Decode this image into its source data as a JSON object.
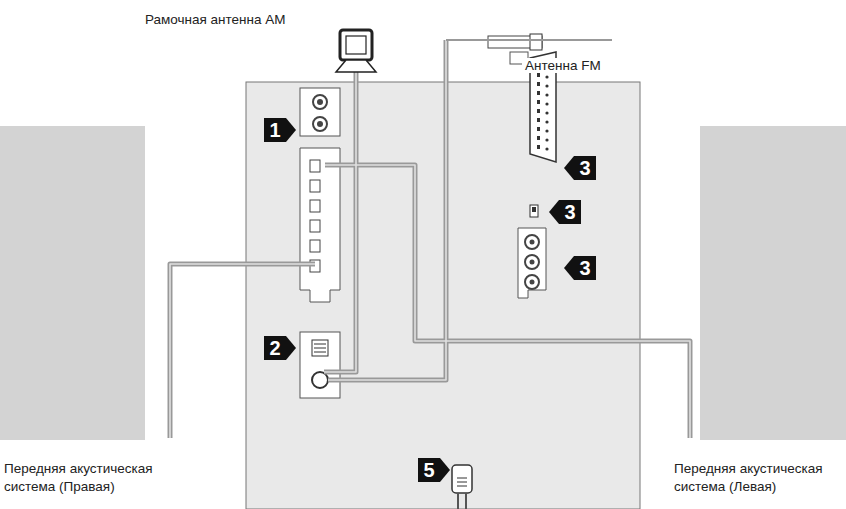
{
  "diagram": {
    "nodes": [
      {
        "text": [
          "Передняя акустическая система (Правая)"
        ]
      },
      {
        "text": [
          "Передняя акустическая система (Левая)"
        ]
      }
    ],
    "labels": [
      "Рамочная антенна AM",
      "Антенна FM",
      "1",
      "2",
      "3",
      "3",
      "3",
      "5"
    ]
  }
}
